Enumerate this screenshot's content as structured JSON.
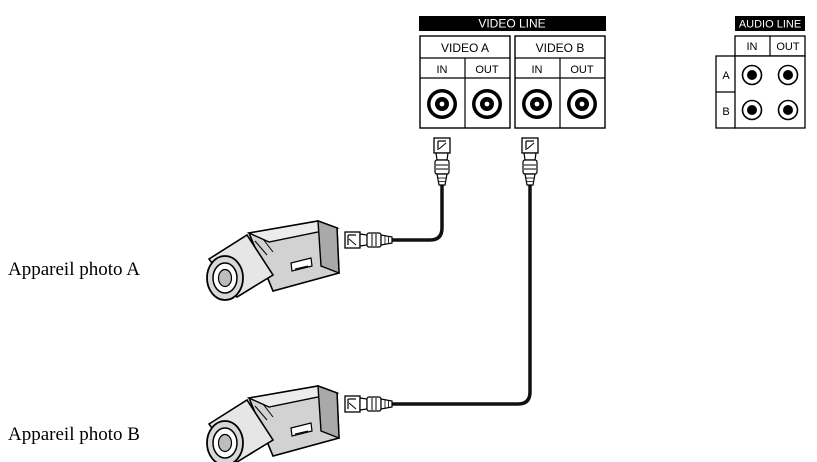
{
  "video_panel": {
    "title": "VIDEO LINE",
    "channel_a": "VIDEO A",
    "channel_b": "VIDEO B",
    "in_label": "IN",
    "out_label": "OUT"
  },
  "audio_panel": {
    "title": "AUDIO LINE",
    "in_label": "IN",
    "out_label": "OUT",
    "row_a": "A",
    "row_b": "B"
  },
  "cameras": {
    "camera_a": "Appareil photo A",
    "camera_b": "Appareil photo B"
  },
  "colors": {
    "ink": "#000000",
    "paper": "#ffffff",
    "camera_shade": "#cfcfcf",
    "cable": "#111111"
  }
}
